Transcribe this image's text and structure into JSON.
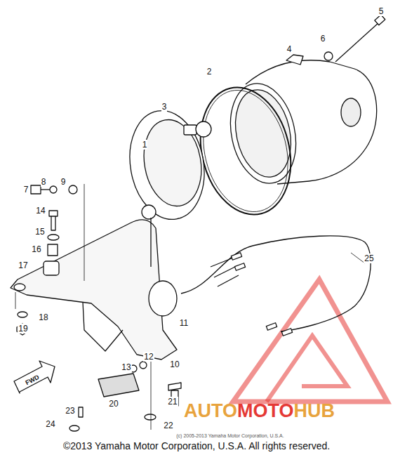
{
  "diagram": {
    "caption": "©2013 Yamaha Motor Corporation, U.S.A. All rights reserved.",
    "labels": [
      "1",
      "2",
      "3",
      "4",
      "5",
      "6",
      "7",
      "8",
      "9",
      "10",
      "11",
      "12",
      "13",
      "14",
      "15",
      "16",
      "17",
      "18",
      "19",
      "20",
      "21",
      "22",
      "23",
      "24",
      "25",
      "FWD",
      "AUTO",
      "MOTO",
      "HUB",
      "(c) 2005-2013 Yamaha Motor Corporation, U.S.A."
    ]
  }
}
